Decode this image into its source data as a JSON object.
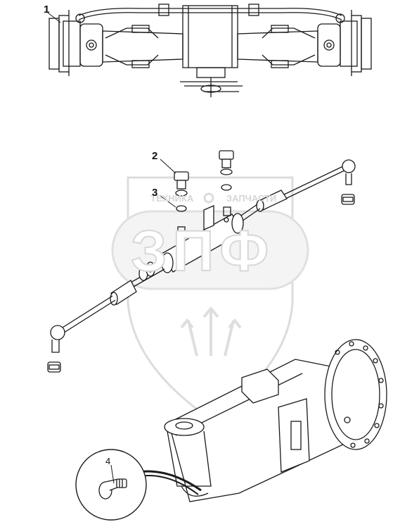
{
  "callouts": {
    "c1": "1",
    "c2": "2",
    "c3": "3",
    "c4": "4"
  },
  "watermark": {
    "left_text": "ТЕХНИКА",
    "right_text": "ЗАПЧАСТИ",
    "big_text": "ЗПФ"
  },
  "colors": {
    "line": "#1a1a1a",
    "watermark": "#d9d9d9"
  }
}
